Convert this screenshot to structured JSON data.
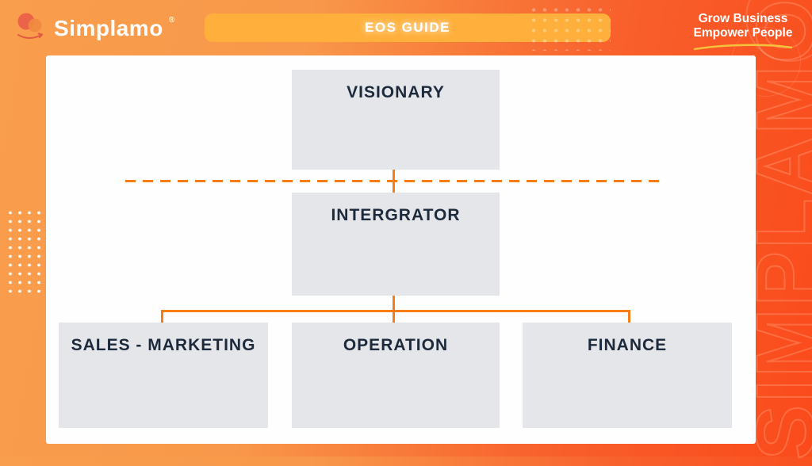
{
  "header": {
    "logo": {
      "text": "Simplamo",
      "registered": "®"
    },
    "banner": {
      "label": "EOS GUIDE"
    },
    "tagline": {
      "line1": "Grow Business",
      "line2": "Empower People"
    }
  },
  "watermark": {
    "text": "SIMPLAMO"
  },
  "org_chart": {
    "visionary": {
      "label": "VISIONARY"
    },
    "integrator": {
      "label": "INTERGRATOR"
    },
    "departments": [
      {
        "label": "SALES - MARKETING"
      },
      {
        "label": "OPERATION"
      },
      {
        "label": "FINANCE"
      }
    ]
  },
  "colors": {
    "background_left": "#F99E4C",
    "background_right": "#FA4A1B",
    "banner_background": "#FFB03C",
    "connector_orange": "#F87D15",
    "box_background": "#E4E6EA",
    "label_text": "#1D2A3C",
    "tagline_underline": "#F6C23C",
    "white": "#FFFFFF"
  }
}
